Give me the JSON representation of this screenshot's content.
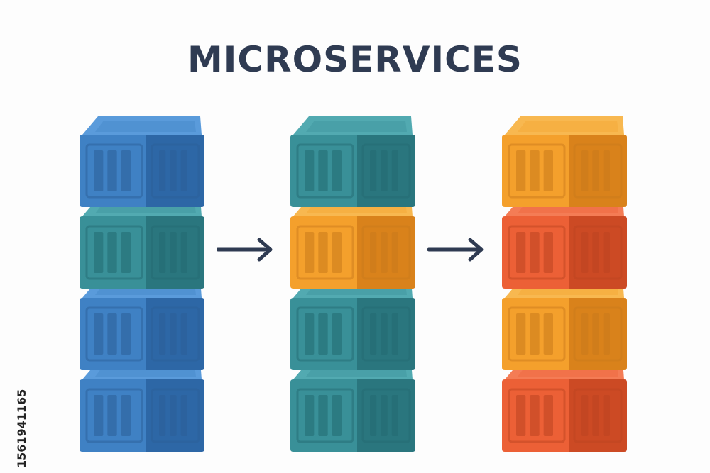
{
  "title": "MICROSERVICES",
  "side_id": "1561941165",
  "colors": {
    "blue": {
      "front": "#3f81c4",
      "side": "#2d67a6",
      "top": "#5a9bdb",
      "groove": "#2b5f97"
    },
    "teal": {
      "front": "#399098",
      "side": "#2a767e",
      "top": "#52aab1",
      "groove": "#236a71"
    },
    "orange": {
      "front": "#f4a02c",
      "side": "#d9821b",
      "top": "#f8b850",
      "groove": "#c97a1b"
    },
    "red": {
      "front": "#ec6036",
      "side": "#cc4a24",
      "top": "#f47c55",
      "groove": "#bb4320"
    },
    "arrow": "#2f3b52"
  },
  "stacks": [
    {
      "name": "stack-1",
      "boxes": [
        "blue",
        "teal",
        "blue",
        "blue"
      ]
    },
    {
      "name": "stack-2",
      "boxes": [
        "teal",
        "orange",
        "teal",
        "teal"
      ]
    },
    {
      "name": "stack-3",
      "boxes": [
        "orange",
        "red",
        "orange",
        "red"
      ]
    }
  ],
  "arrows": [
    "arrow-1",
    "arrow-2"
  ]
}
